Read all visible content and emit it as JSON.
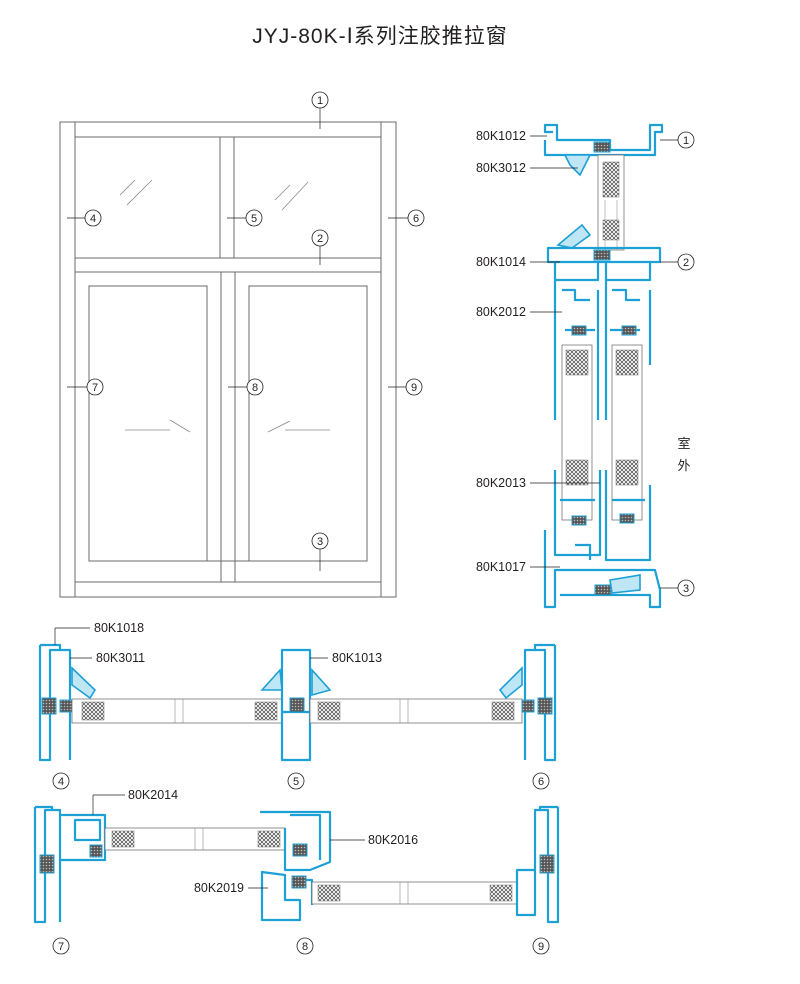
{
  "title": "JYJ-80K-Ⅰ系列注胶推拉窗",
  "outdoor_label": [
    "室",
    "外"
  ],
  "elevation_markers": [
    "1",
    "2",
    "3",
    "4",
    "5",
    "6",
    "7",
    "8",
    "9"
  ],
  "vertical_section": {
    "labels": [
      "80K1012",
      "80K3012",
      "80K1014",
      "80K2012",
      "80K2013",
      "80K1017"
    ],
    "markers": [
      "1",
      "2",
      "3"
    ]
  },
  "horizontal_section_a": {
    "labels": [
      "80K1018",
      "80K3011",
      "80K1013"
    ],
    "markers": [
      "4",
      "5",
      "6"
    ]
  },
  "horizontal_section_b": {
    "labels": [
      "80K2014",
      "80K2016",
      "80K2019"
    ],
    "markers": [
      "7",
      "8",
      "9"
    ]
  }
}
